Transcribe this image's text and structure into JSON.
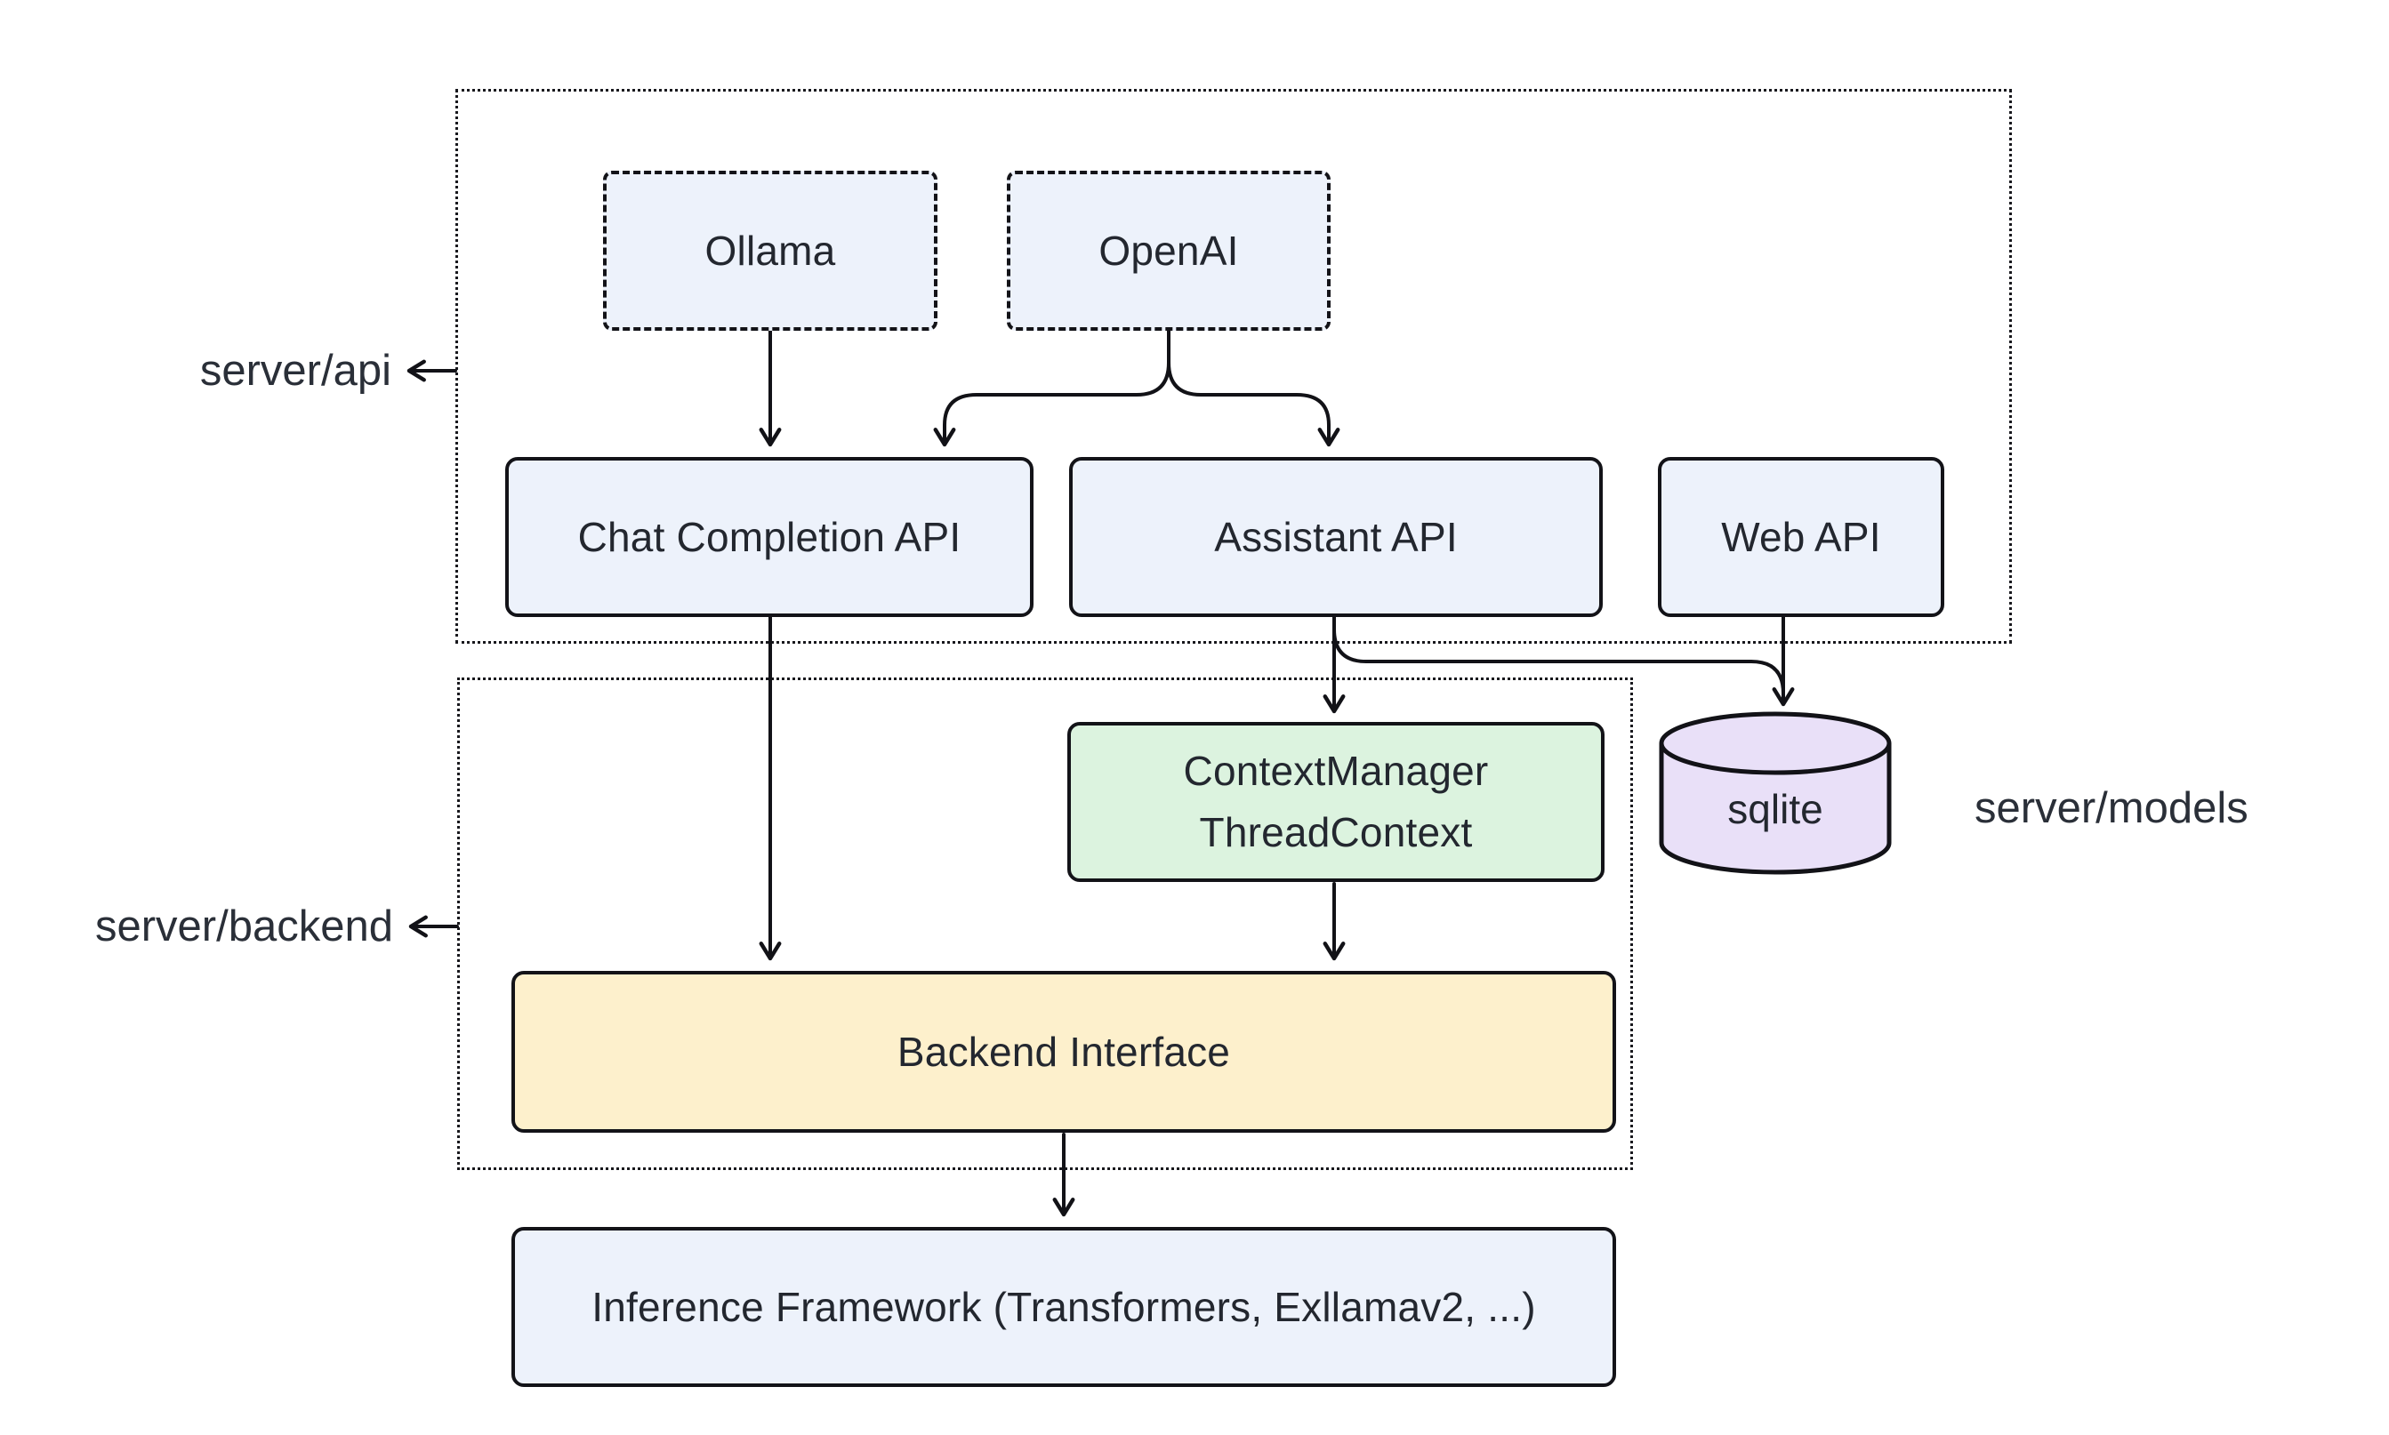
{
  "diagram": {
    "groups": {
      "api": {
        "label": "server/api"
      },
      "backend": {
        "label": "server/backend"
      },
      "models": {
        "label": "server/models"
      }
    },
    "nodes": {
      "ollama": {
        "label": "Ollama"
      },
      "openai": {
        "label": "OpenAI"
      },
      "chat_completion": {
        "label": "Chat Completion API"
      },
      "assistant": {
        "label": "Assistant API"
      },
      "web_api": {
        "label": "Web API"
      },
      "context_manager": {
        "line1": "ContextManager",
        "line2": "ThreadContext"
      },
      "sqlite": {
        "label": "sqlite"
      },
      "backend_interface": {
        "label": "Backend Interface"
      },
      "inference": {
        "label": "Inference Framework (Transformers, Exllamav2, ...)"
      }
    },
    "edges": [
      {
        "from": "ollama",
        "to": "chat-completion-api"
      },
      {
        "from": "openai",
        "to": "chat-completion-api"
      },
      {
        "from": "openai",
        "to": "assistant-api"
      },
      {
        "from": "chat-completion-api",
        "to": "backend-interface"
      },
      {
        "from": "assistant-api",
        "to": "context-manager"
      },
      {
        "from": "assistant-api",
        "to": "sqlite"
      },
      {
        "from": "web-api",
        "to": "sqlite"
      },
      {
        "from": "context-manager",
        "to": "backend-interface"
      },
      {
        "from": "backend-interface",
        "to": "inference-framework"
      }
    ],
    "colors": {
      "node_blue": "#edf2fb",
      "node_green": "#dcf3df",
      "node_yellow": "#fdf0cc",
      "node_purple": "#e9e0f8",
      "stroke": "#121217",
      "text": "#23272f",
      "background": "#ffffff"
    }
  }
}
